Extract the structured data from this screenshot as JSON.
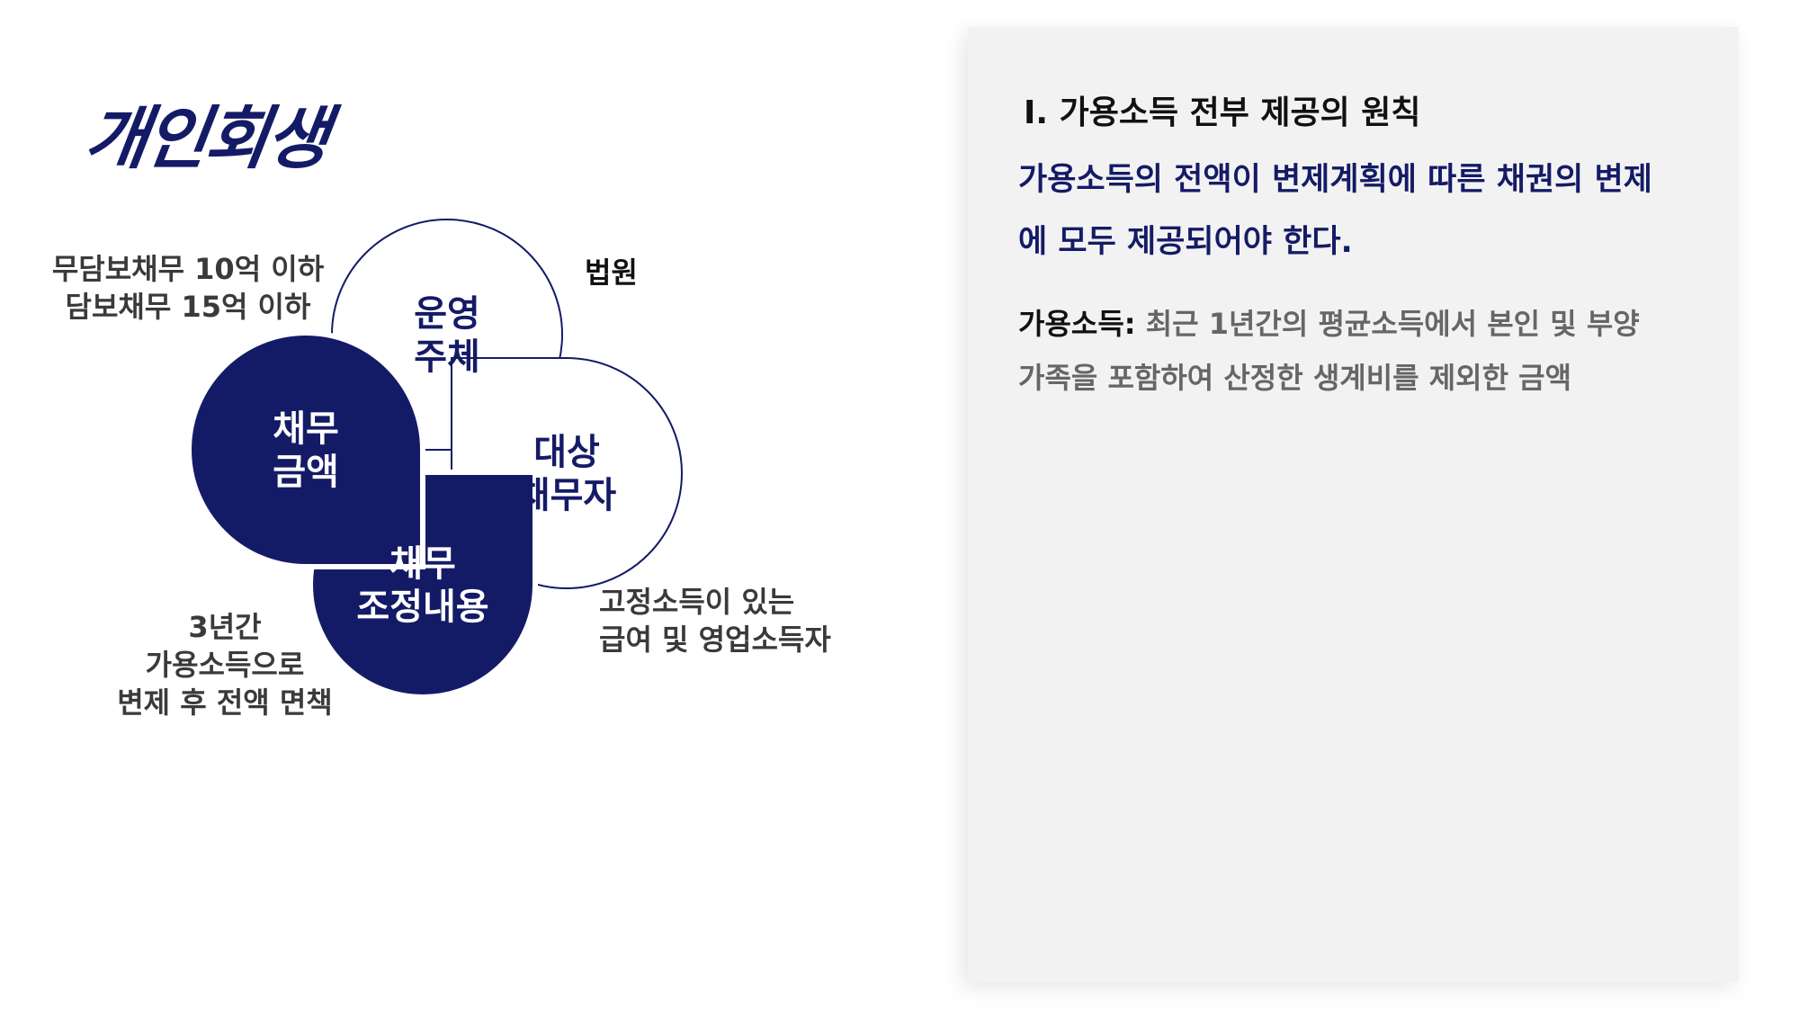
{
  "title": "개인회생",
  "diagram": {
    "petals": [
      {
        "lines": [
          "운영",
          "주체"
        ],
        "style": "outline"
      },
      {
        "lines": [
          "대상",
          "채무자"
        ],
        "style": "outline"
      },
      {
        "lines": [
          "채무",
          "조정내용"
        ],
        "style": "filled"
      },
      {
        "lines": [
          "채무",
          "금액"
        ],
        "style": "filled"
      }
    ],
    "labels": {
      "operator": [
        "법원"
      ],
      "target": [
        "고정소득이 있는",
        "급여 및 영업소득자"
      ],
      "adjustment": [
        "3년간",
        "가용소득으로",
        "변제 후 전액 면책"
      ],
      "amount": [
        "무담보채무 10억 이하",
        "담보채무 15억 이하"
      ]
    },
    "colors": {
      "navy": "#141b66",
      "text": "#3a3a3a"
    }
  },
  "panel": {
    "heading": "Ⅰ. 가용소득 전부 제공의 원칙",
    "principle": [
      "가용소득의 전액이 변제계획에 따른 채권의 변제",
      "에 모두 제공되어야 한다."
    ],
    "definition": {
      "term": "가용소득:",
      "text_lines": [
        " 최근 1년간의 평균소득에서 본인 및 부양",
        "가족을 포함하여 산정한 생계비를 제외한 금액"
      ]
    }
  }
}
